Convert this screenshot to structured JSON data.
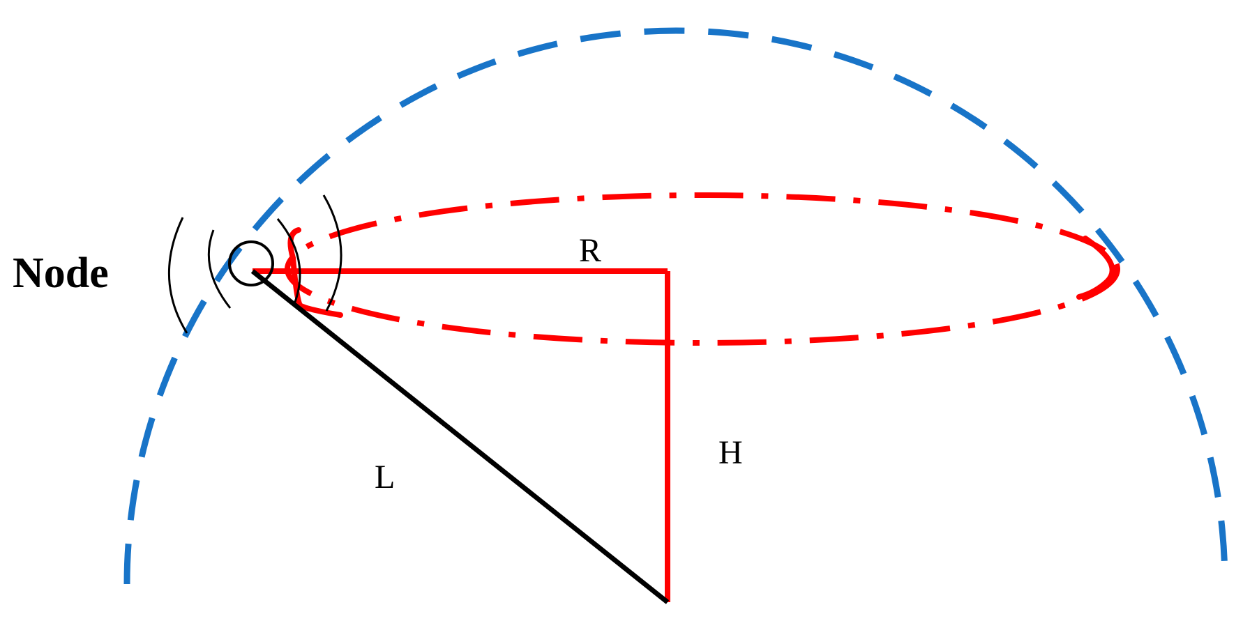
{
  "labels": {
    "node": "Node",
    "r": "R",
    "h": "H",
    "l": "L"
  },
  "colors": {
    "hemisphere": "#1874c8",
    "coverage": "#ff0000",
    "lines": "#000000",
    "background": "#ffffff"
  }
}
